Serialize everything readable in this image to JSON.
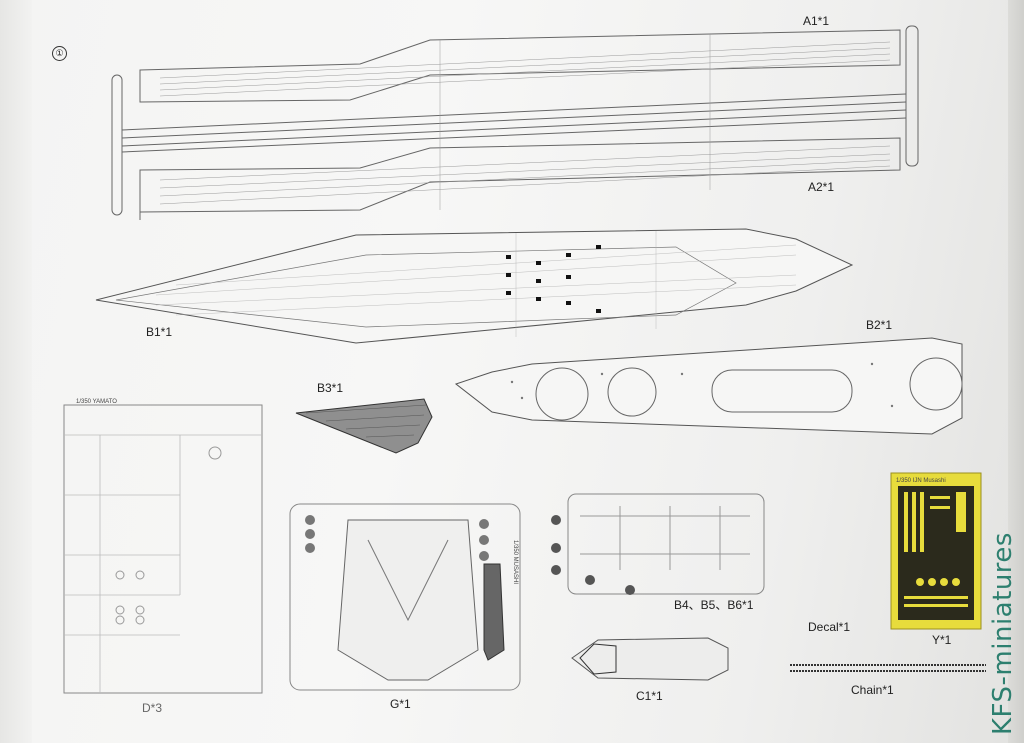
{
  "page": {
    "step_number": "①"
  },
  "parts": {
    "a1": "A1*1",
    "a2": "A2*1",
    "b1": "B1*1",
    "b2": "B2*1",
    "b3": "B3*1",
    "d": "D*3",
    "g": "G*1",
    "b456": "B4、B5、B6*1",
    "c1": "C1*1",
    "decal": "Decal*1",
    "y": "Y*1",
    "chain": "Chain*1"
  },
  "sprue_markings": {
    "d_sprue": "1/350 YAMATO",
    "g_sprue": "1/350 MUSASHI",
    "y_fret": "1/350 IJN Musashi"
  },
  "watermark": "KFS-miniatures",
  "colors": {
    "line": "#555555",
    "etch_gold": "#e7dc3c",
    "etch_dark": "#2b2a1c",
    "watermark": "#2d7f6f"
  }
}
